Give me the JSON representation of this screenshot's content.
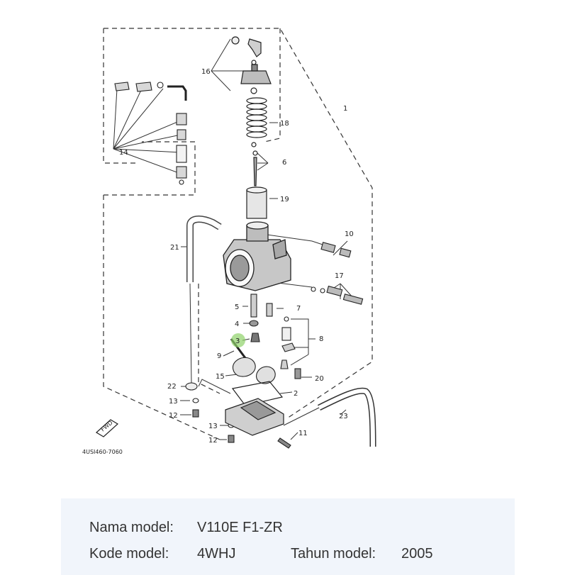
{
  "diagram": {
    "callouts": [
      "1",
      "2",
      "3",
      "5",
      "4",
      "6",
      "7",
      "8",
      "9",
      "10",
      "11",
      "12",
      "12",
      "13",
      "13",
      "14",
      "15",
      "16",
      "17",
      "18",
      "19",
      "20",
      "21",
      "22",
      "23"
    ],
    "figure_code": "4USI460-7060",
    "fwd_label": "FWD",
    "highlight_color": "#8ed16a"
  },
  "info": {
    "nama_label": "Nama model:",
    "nama_value": "V110E F1-ZR",
    "kode_label": "Kode model:",
    "kode_value": "4WHJ",
    "tahun_label": "Tahun model:",
    "tahun_value": "2005"
  }
}
